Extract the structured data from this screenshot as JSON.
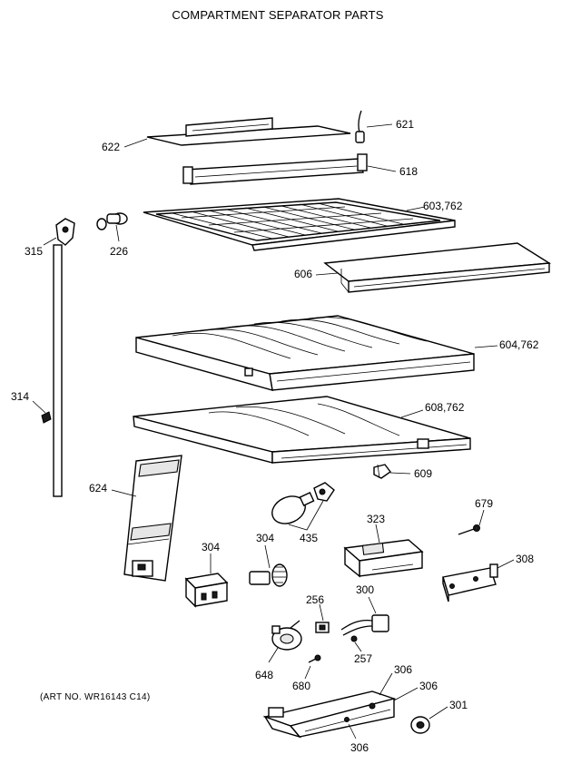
{
  "title": "COMPARTMENT SEPARATOR PARTS",
  "art_number": "(ART NO. WR16143 C14)",
  "labels": {
    "p621": "621",
    "p622": "622",
    "p618": "618",
    "p603": "603,762",
    "p315": "315",
    "p226": "226",
    "p606": "606",
    "p604": "604,762",
    "p314": "314",
    "p608": "608,762",
    "p609": "609",
    "p624": "624",
    "p435": "435",
    "p679": "679",
    "p323": "323",
    "p304a": "304",
    "p304b": "304",
    "p308": "308",
    "p256": "256",
    "p300": "300",
    "p257": "257",
    "p648": "648",
    "p680": "680",
    "p306a": "306",
    "p306b": "306",
    "p306c": "306",
    "p301": "301"
  }
}
